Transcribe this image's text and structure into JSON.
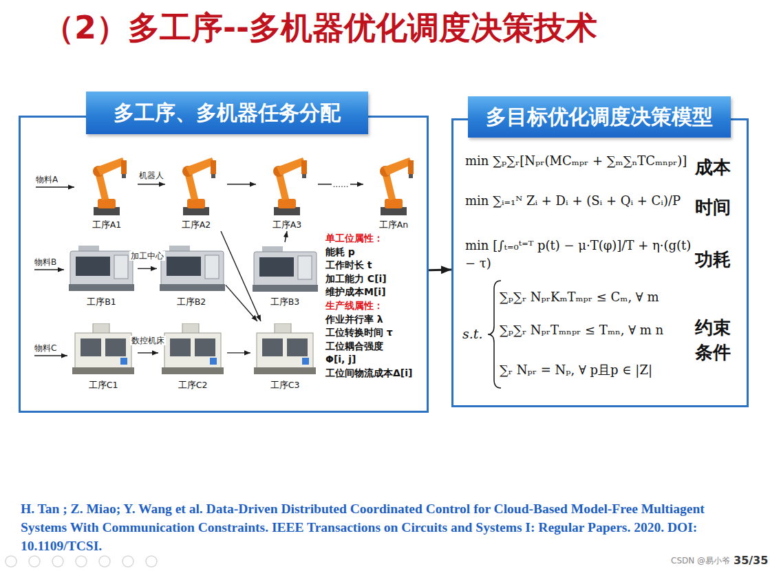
{
  "diagram": {
    "title": "（2）多工序--多机器优化调度决策技术",
    "caption": "H. Tan ; Z. Miao; Y. Wang et al. Data-Driven Distributed Coordinated Control for Cloud-Based Model-Free Multiagent Systems With Communication Constraints. IEEE Transactions on Circuits and Systems I: Regular Papers. 2020. DOI: 10.1109/TCSI.",
    "nodes": [
      {
        "text": [
          "多工序、多机器任务分配"
        ]
      },
      {
        "text": [
          "工序A1"
        ],
        "in": 0
      },
      {
        "text": [
          "工序A2"
        ],
        "in": 0
      },
      {
        "text": [
          "工序A3"
        ],
        "in": 0
      },
      {
        "text": [
          "工序An"
        ],
        "in": 0
      },
      {
        "text": [
          "工序B1"
        ],
        "in": 0
      },
      {
        "text": [
          "工序B2"
        ],
        "in": 0
      },
      {
        "text": [
          "工序B3"
        ],
        "in": 0
      },
      {
        "text": [
          "工序C1"
        ],
        "in": 0
      },
      {
        "text": [
          "工序C2"
        ],
        "in": 0
      },
      {
        "text": [
          "工序C3"
        ],
        "in": 0
      },
      {
        "text": [
          "多目标优化调度决策模型"
        ]
      }
    ],
    "edges": [
      {
        "from": 1,
        "to": 2,
        "arrow": "to",
        "label": "机器人"
      },
      {
        "from": 2,
        "to": 3,
        "arrow": "to"
      },
      {
        "from": 3,
        "to": 4,
        "arrow": "to",
        "label": "……"
      },
      {
        "from": 5,
        "to": 6,
        "arrow": "to",
        "label": "加工中心"
      },
      {
        "from": 6,
        "to": 10,
        "arrow": "to"
      },
      {
        "from": 7,
        "to": 3,
        "arrow": "to"
      },
      {
        "from": 2,
        "to": 10,
        "arrow": "to"
      },
      {
        "from": 8,
        "to": 9,
        "arrow": "to",
        "label": "数控机床"
      },
      {
        "from": 9,
        "to": 10,
        "arrow": "to"
      },
      {
        "from": 0,
        "to": 11,
        "arrow": "to"
      }
    ],
    "labels": [
      "物料A",
      "物料B",
      "物料C",
      "单工位属性：",
      "能耗 p",
      "工作时长 t",
      "加工能力 C[i]",
      "维护成本M[i]",
      "生产线属性：",
      "作业并行率 λ",
      "工位转换时间 τ",
      "工位耦合强度",
      "Φ[i, j]",
      "工位间物流成本Δ[i]",
      "min ∑ₚ∑ᵣ[Nₚᵣ(MCₘₚᵣ + ∑ₘ∑ₙTCₘₙₚᵣ)]",
      "成本",
      "min ∑ᵢ₌₁ᴺ Zᵢ + Dᵢ + (Sᵢ + Qᵢ + Cᵢ)/P",
      "时间",
      "min [∫ₜ₌₀ᵗ⁼ᵀ p(t) − μ·T(φ)]/T + η·(g(t) − τ)",
      "功耗",
      "s.t.",
      "∑ₚ∑ᵣ NₚᵣKₘTₘₚᵣ ≤ Cₘ, ∀ m",
      "∑ₚ∑ᵣ NₚᵣTₘₙₚᵣ ≤ Tₘₙ, ∀ m n",
      "∑ᵣ Nₚᵣ = Nₚ, ∀ p且p ∈ |Z|",
      "约束条件",
      "35/35",
      "CSDN @易小爷"
    ]
  }
}
